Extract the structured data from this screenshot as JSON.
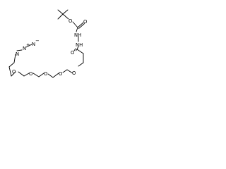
{
  "structure": {
    "atoms": [
      {
        "id": "a_n3",
        "label": "N"
      },
      {
        "id": "a_n2",
        "label": "N"
      },
      {
        "id": "a_n1",
        "label": "N"
      },
      {
        "id": "a_nh1",
        "label": "NH"
      },
      {
        "id": "a_nh2",
        "label": "NH"
      },
      {
        "id": "a_o1",
        "label": "O"
      },
      {
        "id": "a_o2",
        "label": "O"
      },
      {
        "id": "a_o3",
        "label": "O"
      },
      {
        "id": "a_o4",
        "label": "O"
      },
      {
        "id": "a_o5",
        "label": "O"
      },
      {
        "id": "a_o6",
        "label": "O"
      },
      {
        "id": "a_o7",
        "label": "O"
      }
    ],
    "charges": {
      "plus": "+",
      "minus": "−"
    }
  }
}
